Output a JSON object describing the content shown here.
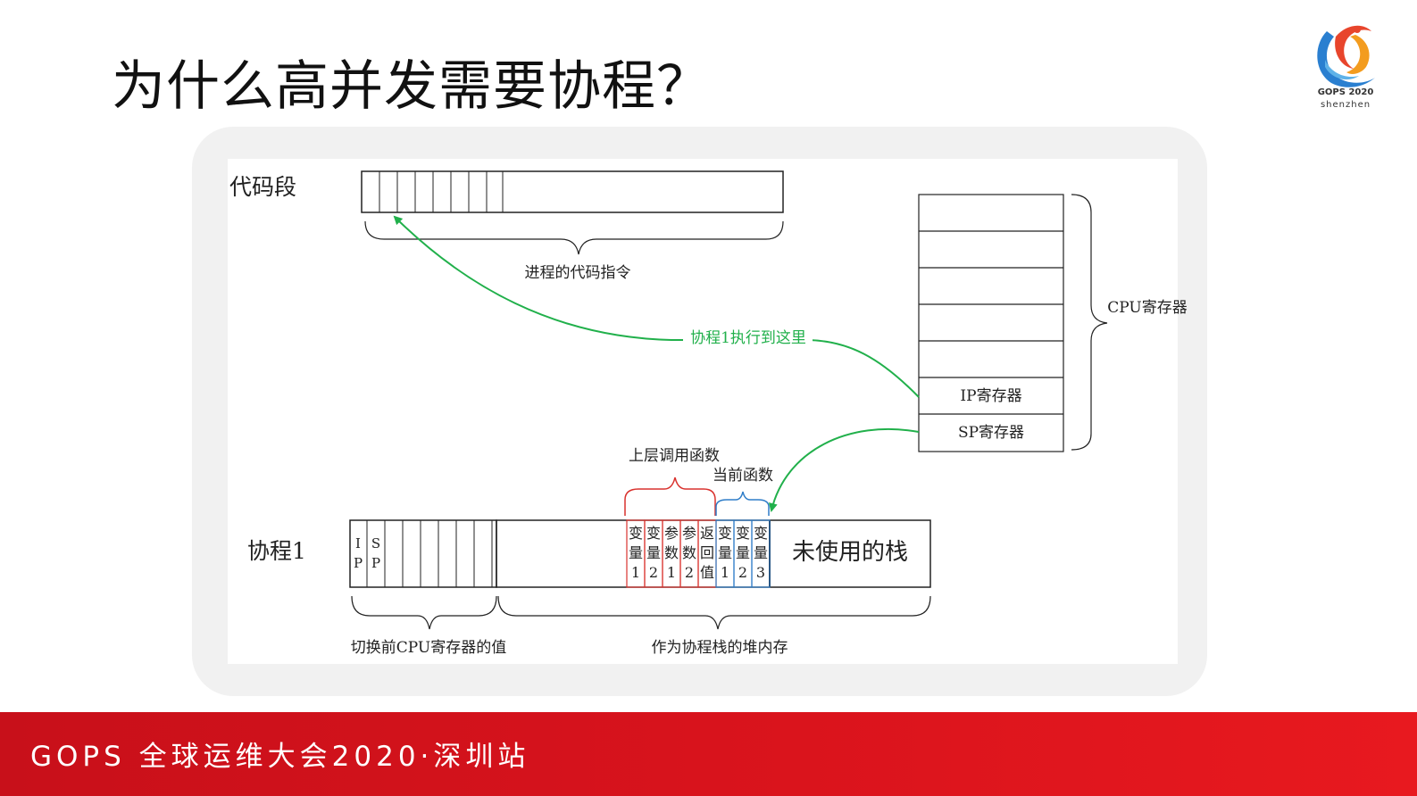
{
  "slide": {
    "title": "为什么高并发需要协程？",
    "footer": "GOPS 全球运维大会2020·深圳站"
  },
  "logo": {
    "name": "GOPS 2020",
    "city": "shenzhen"
  },
  "diagram": {
    "code_segment_label": "代码段",
    "code_brace_label": "进程的代码指令",
    "coroutine_label": "协程1",
    "arrow_label": "协程1执行到这里",
    "cpu_registers_label": "CPU寄存器",
    "ip_register": "IP寄存器",
    "sp_register": "SP寄存器",
    "upper_function_label": "上层调用函数",
    "current_function_label": "当前函数",
    "unused_stack_label": "未使用的栈",
    "saved_registers_label": "切换前CPU寄存器的值",
    "heap_stack_label": "作为协程栈的堆内存",
    "ip_cell": [
      "I",
      "P"
    ],
    "sp_cell": [
      "S",
      "P"
    ],
    "upper_cells": [
      [
        "变",
        "量",
        "1"
      ],
      [
        "变",
        "量",
        "2"
      ],
      [
        "参",
        "数",
        "1"
      ],
      [
        "参",
        "数",
        "2"
      ],
      [
        "返",
        "回",
        "值"
      ]
    ],
    "current_cells": [
      [
        "变",
        "量",
        "1"
      ],
      [
        "变",
        "量",
        "2"
      ],
      [
        "变",
        "量",
        "3"
      ]
    ]
  },
  "colors": {
    "brand_red": "#d8131c",
    "arrow_green": "#21b04b",
    "upper_red": "#d9322e",
    "current_blue": "#2f7dc8"
  }
}
